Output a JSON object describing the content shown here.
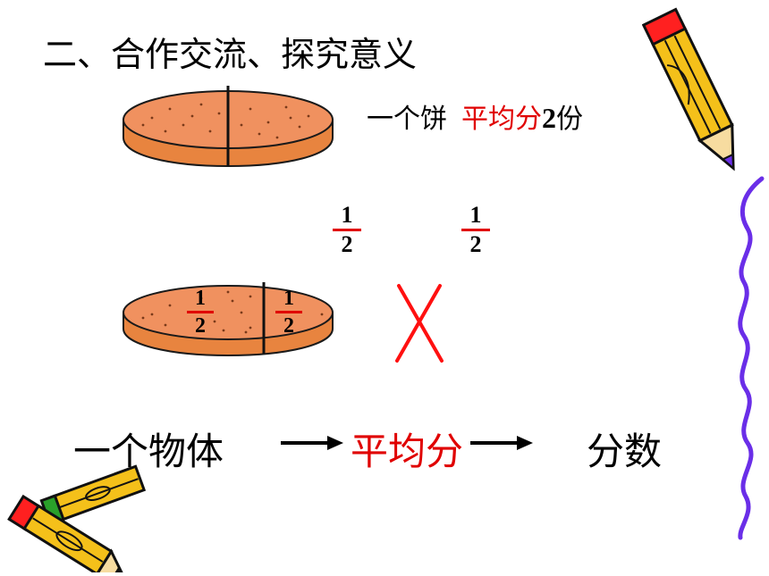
{
  "heading": "二、合作交流、探究意义",
  "description": {
    "prefix": "一个饼",
    "highlight": "平均分",
    "count": "2",
    "suffix": "份"
  },
  "fractions": {
    "left_num": "1",
    "left_den": "2",
    "right_num": "1",
    "right_den": "2",
    "in_cake_left_num": "1",
    "in_cake_left_den": "2",
    "in_cake_right_num": "1",
    "in_cake_right_den": "2"
  },
  "flow": {
    "start": "一个物体",
    "middle": "平均分",
    "end": "分数"
  },
  "colors": {
    "accent": "#e00000",
    "cake_top": "#f0915f",
    "cake_side": "#e8843f",
    "pencil_body": "#f4c01a",
    "border_squiggle": "#6a2ee8"
  },
  "icons": [
    "pencil-icon",
    "cake-icon",
    "cross-mark-icon",
    "arrow-right-icon"
  ]
}
